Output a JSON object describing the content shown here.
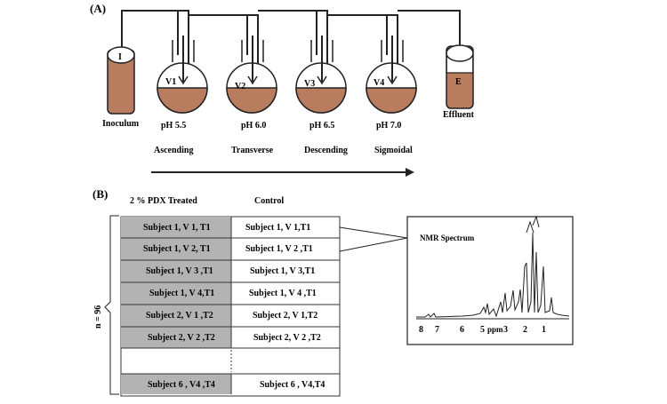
{
  "panel_a": {
    "label": "(A)",
    "inoculum": {
      "letter": "I",
      "caption": "Inoculum"
    },
    "effluent": {
      "letter": "E",
      "caption": "Effluent"
    },
    "vessels": [
      {
        "id": "V1",
        "ph": "pH 5.5",
        "region": "Ascending"
      },
      {
        "id": "V2",
        "ph": "pH 6.0",
        "region": "Transverse"
      },
      {
        "id": "V3",
        "ph": "pH 6.5",
        "region": "Descending"
      },
      {
        "id": "V4",
        "ph": "pH 7.0",
        "region": "Sigmoidal"
      }
    ],
    "colors": {
      "medium": "#b87d5e",
      "line": "#222222"
    }
  },
  "panel_b": {
    "label": "(B)",
    "col_treated": "2 % PDX Treated",
    "col_control": "Control",
    "n_label": "n = 96",
    "rows": [
      {
        "treated": "Subject 1, V 1, T1",
        "control": "Subject 1, V 1,T1"
      },
      {
        "treated": "Subject 1, V 2, T1",
        "control": "Subject 1, V 2 ,T1"
      },
      {
        "treated": "Subject 1, V 3 ,T1",
        "control": "Subject 1, V 3,T1"
      },
      {
        "treated": "Subject 1, V 4,T1",
        "control": "Subject 1, V 4 ,T1"
      },
      {
        "treated": "Subject 2, V 1 ,T2",
        "control": "Subject 2, V 1,T2"
      },
      {
        "treated": "Subject 2, V 2 ,T2",
        "control": "Subject 2, V 2 ,T2"
      }
    ],
    "last_row": {
      "treated": "Subject 6 , V4 ,T4",
      "control": "Subject 6 , V4,T4"
    },
    "colors": {
      "treated_fill": "#b3b3b3"
    },
    "nmr": {
      "title": "NMR Spectrum",
      "axis_label": "ppm",
      "ticks": [
        "8",
        "7",
        "6",
        "5",
        "3",
        "2",
        "1"
      ]
    }
  }
}
